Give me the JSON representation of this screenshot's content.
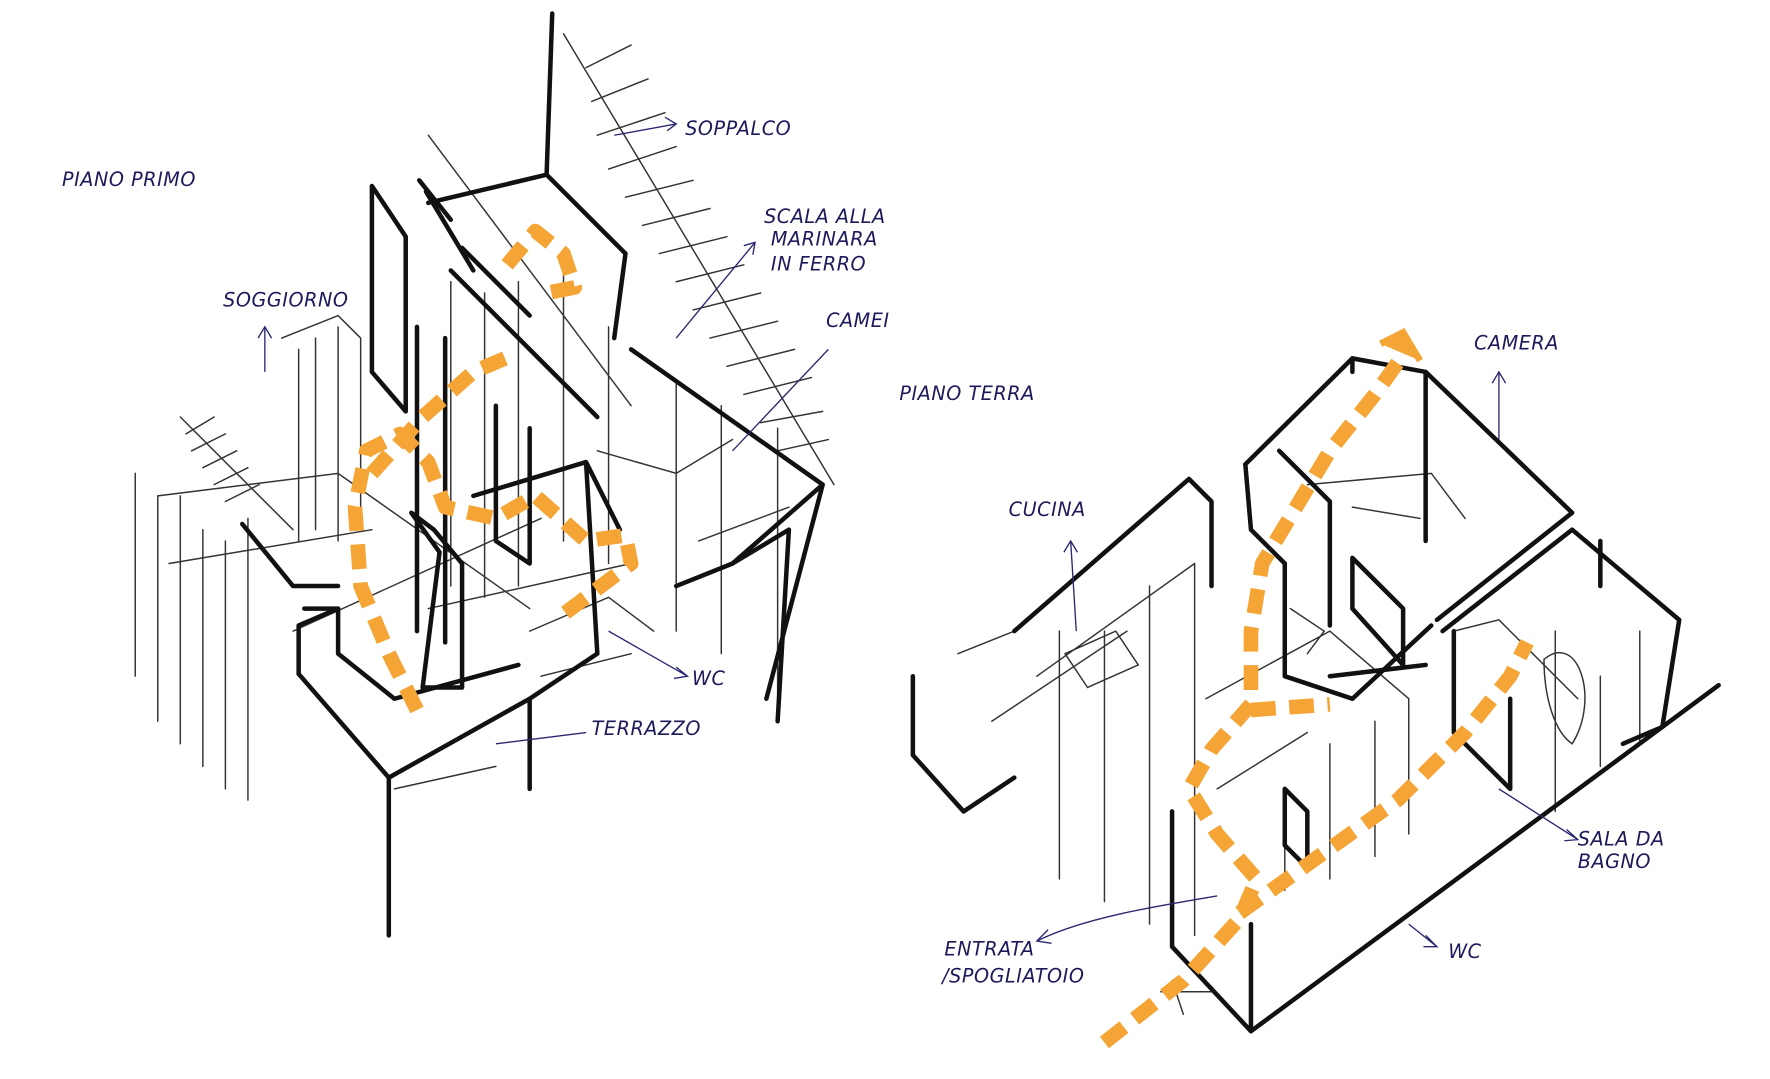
{
  "first_floor": {
    "title": "PIANO PRIMO",
    "labels": {
      "mezzanine": "SOPPALCO",
      "ladder_line1": "SCALA ALLA",
      "ladder_line2": "MARINARA",
      "ladder_line3": "IN FERRO",
      "bedroom": "CAMEI",
      "living": "SOGGIORNO",
      "wc": "WC",
      "terrace": "TERRAZZO"
    }
  },
  "ground_floor": {
    "title": "PIANO TERRA",
    "labels": {
      "bedroom": "CAMERA",
      "kitchen": "CUCINA",
      "bathroom_line1": "SALA DA",
      "bathroom_line2": "BAGNO",
      "wc": "WC",
      "entrance_line1": "ENTRATA",
      "entrance_line2": "/SPOGLIATOIO"
    }
  },
  "colors": {
    "ink": "#111111",
    "pen": "#1d1a5a",
    "path": "#f5a536"
  }
}
